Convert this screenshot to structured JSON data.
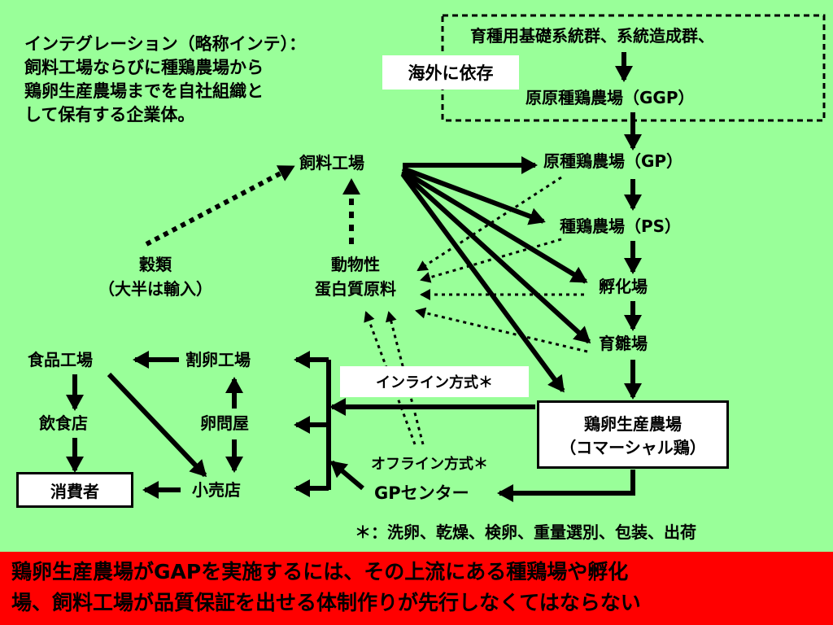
{
  "definition": {
    "lines": [
      "インテグレーション（略称インテ）：",
      "飼料工場ならびに種鶏農場から",
      "鶏卵生産農場までを自社組織と",
      "して保有する企業体。"
    ]
  },
  "upstream": {
    "line1": "育種用基礎系統群、系統造成群、",
    "ggp": "原原種鶏農場（GGP）",
    "overseas_label": "海外に依存"
  },
  "chain": {
    "gp": "原種鶏農場（GP）",
    "ps": "種鶏農場（PS）",
    "hatchery": "孵化場",
    "brooding": "育雛場",
    "layer_farm": [
      "鶏卵生産農場",
      "（コマーシャル鶏）"
    ]
  },
  "feed": {
    "mill": "飼料工場",
    "grain": [
      "穀類",
      "（大半は輸入）"
    ],
    "animal_protein": [
      "動物性",
      "蛋白質原料"
    ]
  },
  "distribution": {
    "food_factory": "食品工場",
    "egg_breaking": "割卵工場",
    "restaurant": "飲食店",
    "wholesaler": "卵問屋",
    "consumer": "消費者",
    "retail": "小売店",
    "inline": "インライン方式＊",
    "offline": "オフライン方式＊",
    "gp_center": "GPセンター"
  },
  "footnote": "＊：洗卵、乾燥、検卵、重量選別、包装、出荷",
  "footer": {
    "lines": [
      "鶏卵生産農場がGAPを実施するには、その上流にある種鶏場や孵化",
      "場、飼料工場が品質保証を出せる体制作りが先行しなくてはならない"
    ]
  },
  "colors": {
    "background": "#99ff99",
    "footer": "#ff0000",
    "box_fill": "#ffffff",
    "line": "#000000"
  }
}
